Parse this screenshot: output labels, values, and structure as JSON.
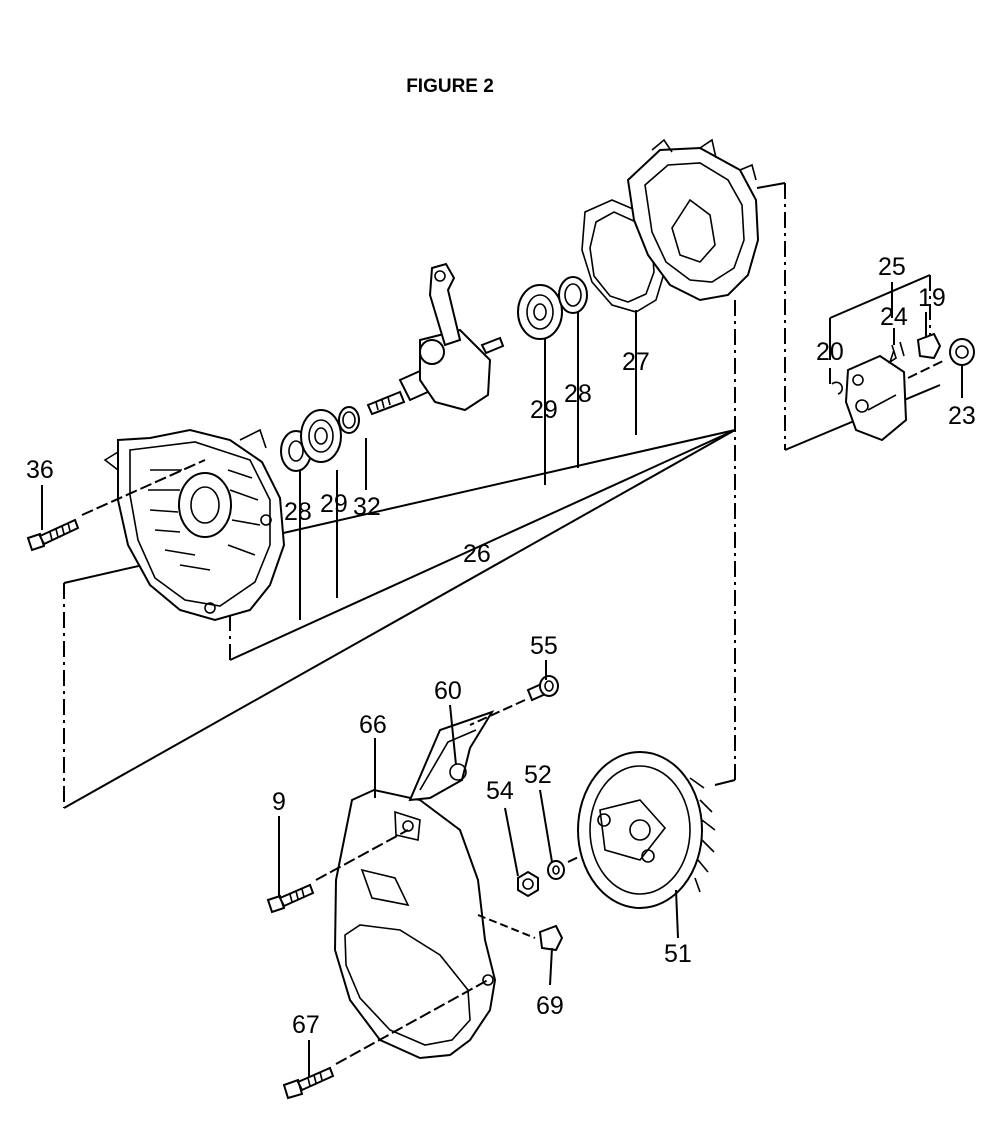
{
  "figure": {
    "title": "FIGURE 2"
  },
  "callouts": {
    "c36": "36",
    "c28a": "28",
    "c29a": "29",
    "c32": "32",
    "c26": "26",
    "c29b": "29",
    "c28b": "28",
    "c27": "27",
    "c25": "25",
    "c24": "24",
    "c19": "19",
    "c20": "20",
    "c23": "23",
    "c55": "55",
    "c60": "60",
    "c66": "66",
    "c9": "9",
    "c54": "54",
    "c52": "52",
    "c51": "51",
    "c69": "69",
    "c67": "67"
  }
}
